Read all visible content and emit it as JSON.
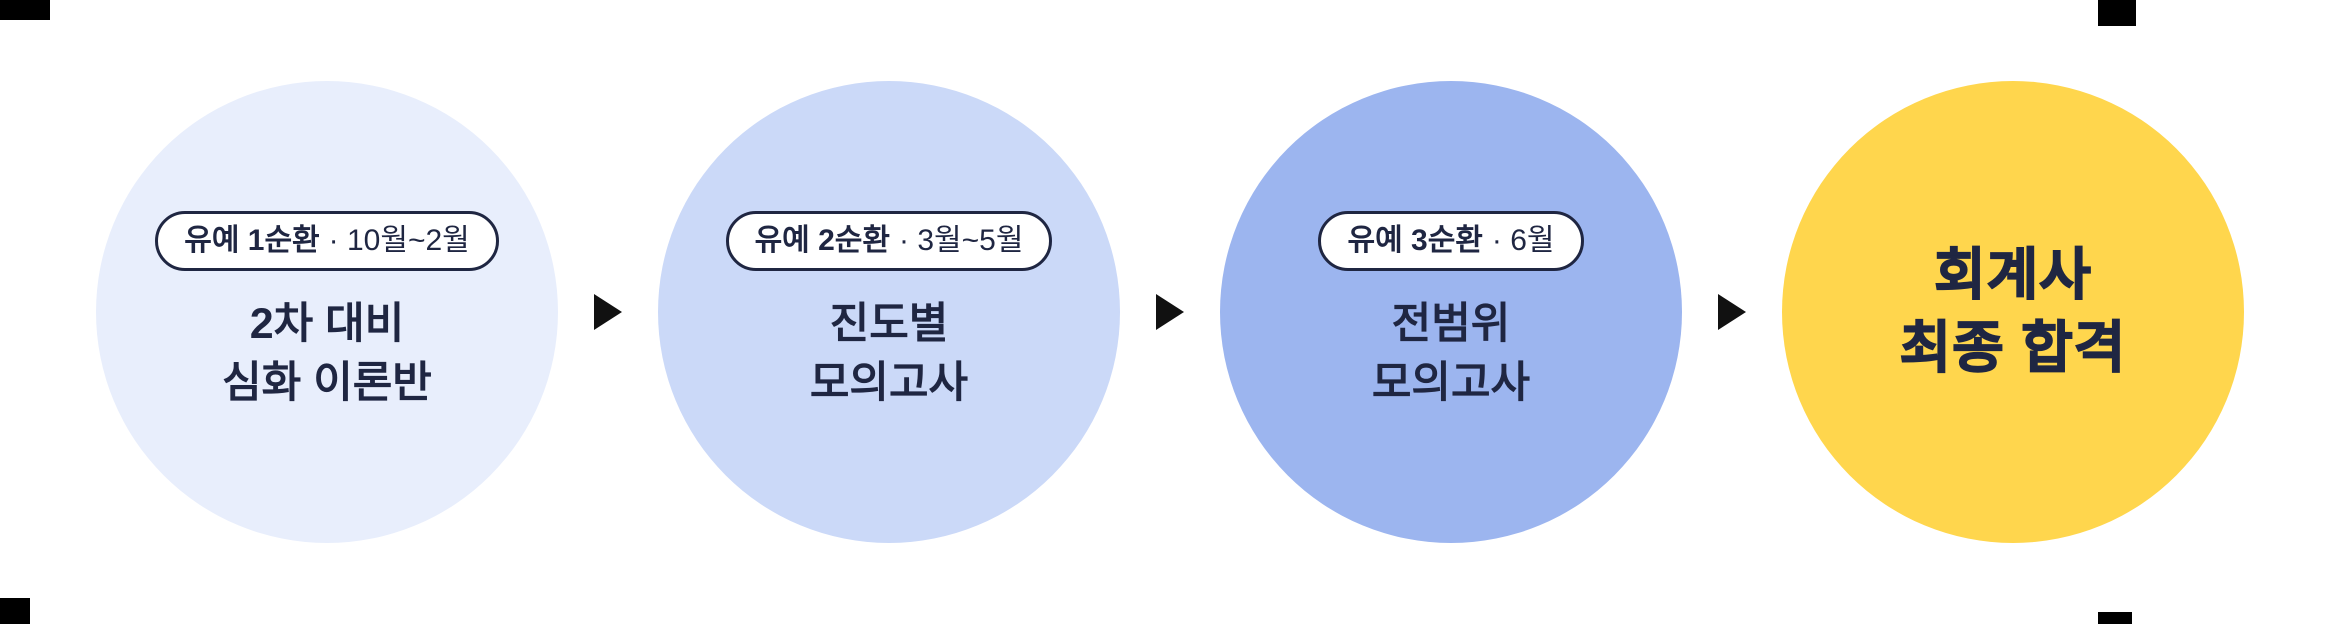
{
  "flow": {
    "text_color": "#1F2642",
    "arrow_color": "#111111",
    "steps": [
      {
        "badge": {
          "strong": "유예 1순환",
          "detail": "· 10월~2월"
        },
        "line1": "2차 대비",
        "line2": "심화 이론반",
        "color": "#E8EEFC"
      },
      {
        "badge": {
          "strong": "유예 2순환",
          "detail": "· 3월~5월"
        },
        "line1": "진도별",
        "line2": "모의고사",
        "color": "#CBD9F8"
      },
      {
        "badge": {
          "strong": "유예 3순환",
          "detail": "· 6월"
        },
        "line1": "전범위",
        "line2": "모의고사",
        "color": "#9CB5EF"
      }
    ],
    "final": {
      "line1": "회계사",
      "line2": "최종 합격",
      "color": "#FFD64D"
    }
  }
}
